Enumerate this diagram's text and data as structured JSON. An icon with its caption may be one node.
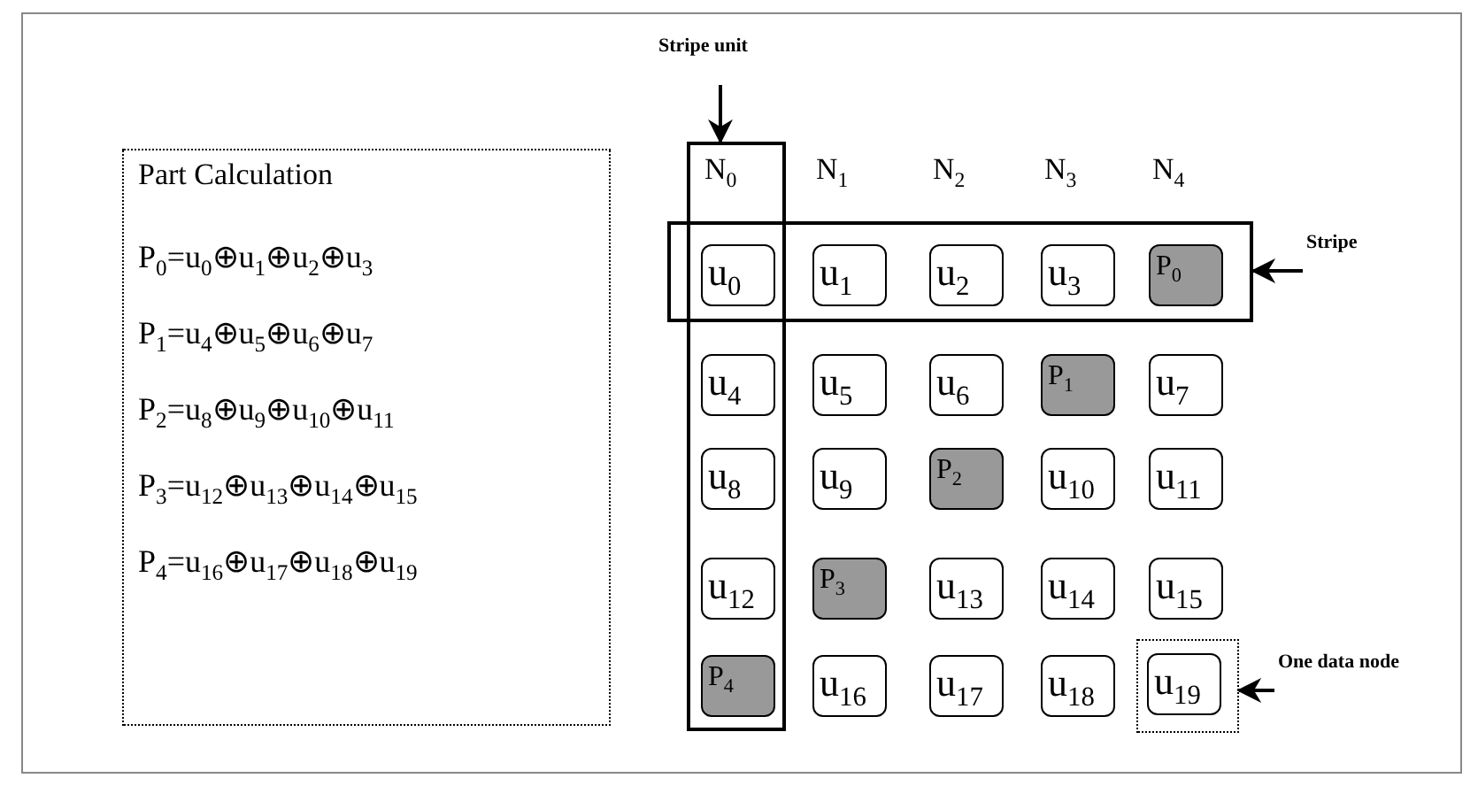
{
  "diagram": {
    "nodes": [
      {
        "text": [
          "Part Calculation",
          "P$_{0}$=u$_{0}$⊕u$_{1}$⊕u$_{2}$⊕u$_{3}$",
          "P$_{1}$=u$_{4}$⊕u$_{5}$⊕u$_{6}$⊕u$_{7}$",
          "P$_{2}$=u$_{8}$⊕u$_{9}$⊕u$_{10}$⊕u$_{11}$",
          "P$_{3}$=u$_{12}$⊕u$_{13}$⊕u$_{14}$⊕u$_{15}$",
          "P$_{4}$=u$_{16}$⊕u$_{17}$⊕u$_{18}$⊕u$_{19}$"
        ]
      },
      {
        "text": [
          "Stripe unit"
        ]
      },
      {
        "text": [
          "N$_{0}$"
        ]
      },
      {
        "text": [],
        "shape": "box"
      },
      {
        "text": [
          "Stripe"
        ]
      },
      {
        "text": [
          "u$_{0}$"
        ]
      },
      {
        "text": [
          "u$_{1}$"
        ],
        "in": 3
      },
      {
        "text": [
          "u$_{2}$"
        ],
        "in": 3
      },
      {
        "text": [
          "u$_{3}$"
        ],
        "in": 3
      },
      {
        "text": [
          "P$_{0}$"
        ],
        "in": 3
      },
      {
        "text": [
          "u$_{4}$"
        ],
        "in": 2
      },
      {
        "text": [
          "u$_{5}$"
        ]
      },
      {
        "text": [
          "u$_{6}$"
        ]
      },
      {
        "text": [
          "P$_{1}$"
        ]
      },
      {
        "text": [
          "u$_{7}$"
        ]
      },
      {
        "text": [
          "u$_{8}$"
        ],
        "in": 2
      },
      {
        "text": [
          "u$_{9}$"
        ]
      },
      {
        "text": [
          "P$_{2}$"
        ]
      },
      {
        "text": [
          "u$_{10}$"
        ]
      },
      {
        "text": [
          "u$_{11}$"
        ]
      },
      {
        "text": [
          "u$_{12}$"
        ],
        "in": 2
      },
      {
        "text": [
          "P$_{3}$"
        ]
      },
      {
        "text": [
          "u$_{13}$"
        ]
      },
      {
        "text": [
          "u$_{14}$"
        ]
      },
      {
        "text": [
          "u$_{15}$"
        ]
      },
      {
        "text": [],
        "shape": "box"
      },
      {
        "text": [
          "P$_{4}$"
        ],
        "in": 2
      },
      {
        "text": [
          "u$_{16}$"
        ]
      },
      {
        "text": [
          "u$_{17}$"
        ]
      },
      {
        "text": [
          "u$_{18}$"
        ]
      },
      {
        "text": [
          "u$_{19}$"
        ],
        "in": 25
      },
      {
        "text": [
          "One data node"
        ]
      }
    ],
    "edges": [
      {
        "from": 1,
        "to": 2,
        "arrow": "to"
      },
      {
        "from": 4,
        "to": 3,
        "arrow": "to"
      },
      {
        "from": 31,
        "to": 25,
        "arrow": "to"
      }
    ],
    "labels": [
      "N$_{1}$",
      "N$_{2}$",
      "N$_{3}$",
      "N$_{4}$"
    ]
  }
}
